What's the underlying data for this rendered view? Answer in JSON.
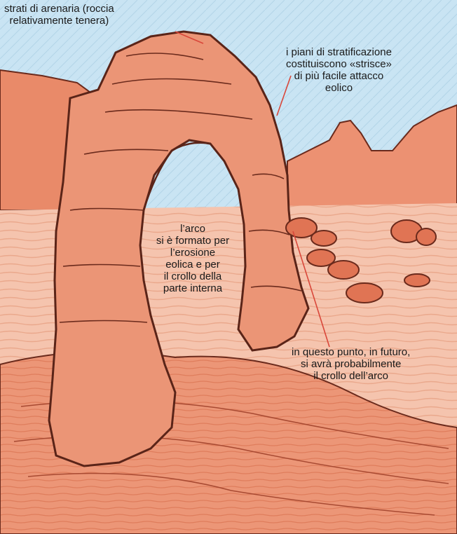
{
  "labels": {
    "top_left": [
      "strati di arenaria (roccia",
      "relativamente tenera)"
    ],
    "top_right": [
      "i piani di stratificazione",
      "costituiscono «strisce»",
      "di più facile attacco",
      "eolico"
    ],
    "center": [
      "l’arco",
      "si è formato per",
      "l’erosione",
      "eolica e per",
      "il crollo della",
      "parte interna"
    ],
    "bottom_right": [
      "in questo punto, in futuro,",
      "si avrà probabilmente",
      "il crollo dell’arco"
    ]
  },
  "colors": {
    "sky": "#c7e3f2",
    "rock_light": "#f2b49b",
    "rock_mid": "#ea8f70",
    "rock_dark": "#d96a4a",
    "outline": "#5a2418",
    "leader_line": "#d9473a"
  }
}
